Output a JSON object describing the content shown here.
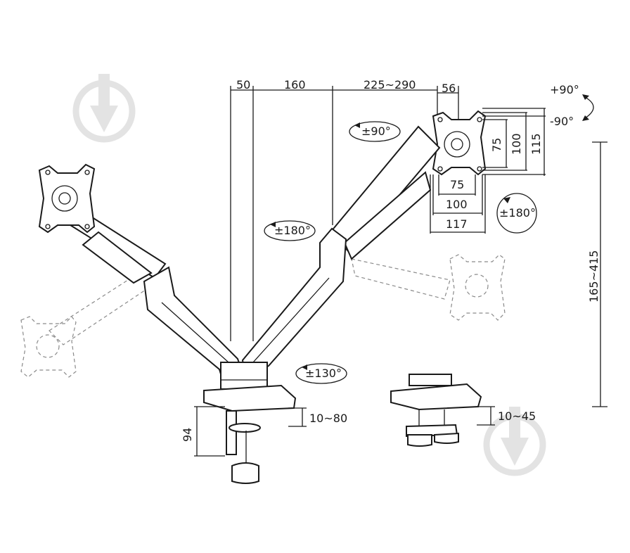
{
  "dimensions": {
    "top_50": "50",
    "top_160": "160",
    "top_range": "225~290",
    "top_56": "56",
    "vesa_h_75": "75",
    "vesa_h_100": "100",
    "vesa_h_115": "115",
    "vesa_w_75": "75",
    "vesa_w_100": "100",
    "vesa_w_117": "117",
    "height_range": "165~415",
    "clamp_94": "94",
    "clamp_range_1": "10~80",
    "clamp_range_2": "10~45"
  },
  "rotations": {
    "tilt_up": "+90°",
    "tilt_down": "-90°",
    "swivel_90": "±90°",
    "rotate_180_right": "±180°",
    "rotate_180_arm": "±180°",
    "rotate_130": "±130°"
  },
  "icons": {
    "watermark": "droplet-logo-icon"
  }
}
